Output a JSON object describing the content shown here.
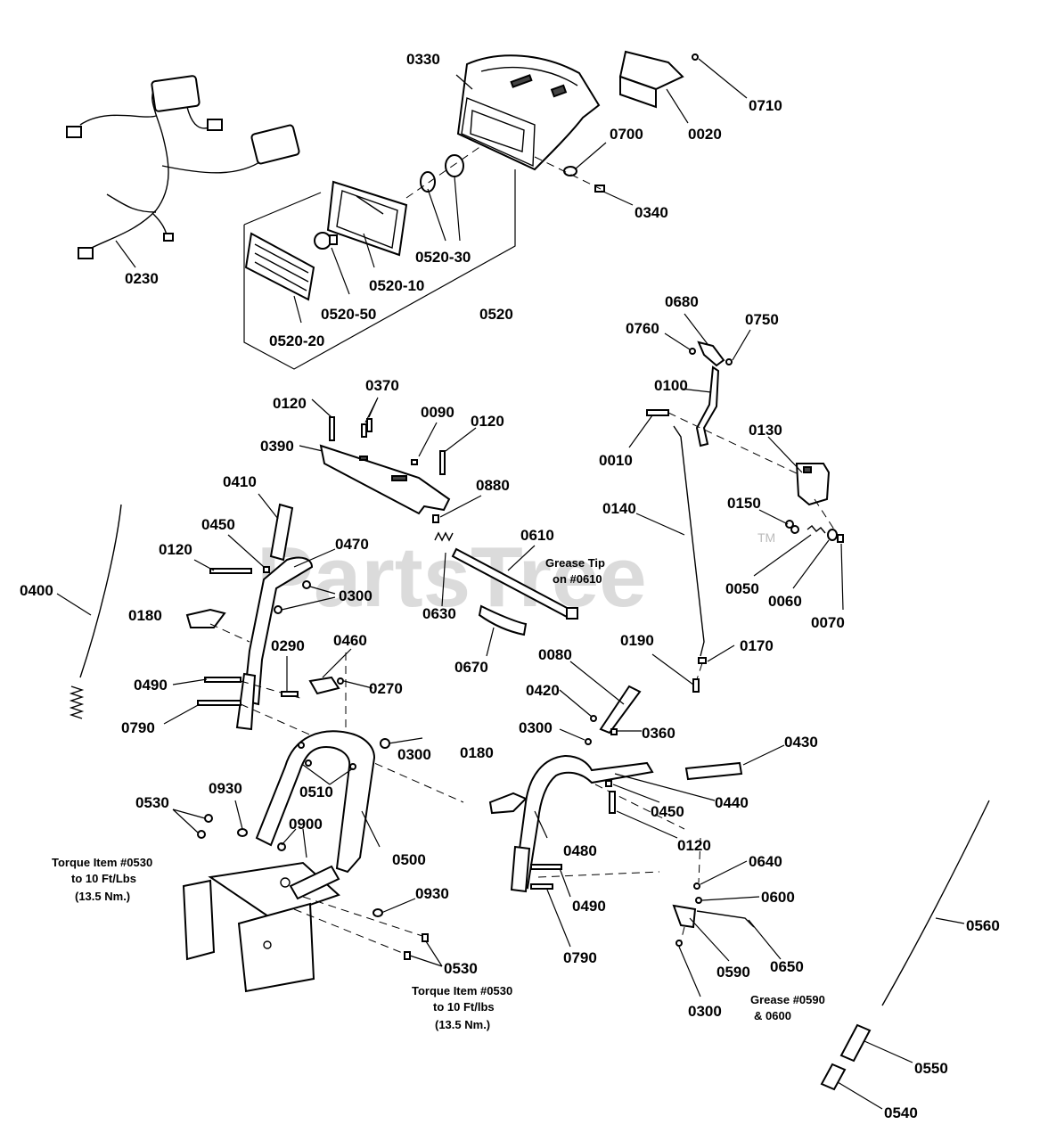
{
  "watermark": "PartsTree",
  "trademark": "TM",
  "part_labels": {
    "p0330": "0330",
    "p0710": "0710",
    "p0020": "0020",
    "p0700": "0700",
    "p0340": "0340",
    "p0230": "0230",
    "p0520_30": "0520-30",
    "p0520_10": "0520-10",
    "p0520_50": "0520-50",
    "p0520": "0520",
    "p0520_20": "0520-20",
    "p0680": "0680",
    "p0760": "0760",
    "p0750": "0750",
    "p0100": "0100",
    "p0120_a": "0120",
    "p0370": "0370",
    "p0090": "0090",
    "p0120_b": "0120",
    "p0390": "0390",
    "p0010": "0010",
    "p0130": "0130",
    "p0880": "0880",
    "p0410": "0410",
    "p0140": "0140",
    "p0150": "0150",
    "p0450_a": "0450",
    "p0470": "0470",
    "p0610": "0610",
    "p0120_c": "0120",
    "p0400": "0400",
    "p0300_a": "0300",
    "p0050": "0050",
    "p0180_a": "0180",
    "p0630": "0630",
    "p0060": "0060",
    "p0070": "0070",
    "p0290": "0290",
    "p0460": "0460",
    "p0190": "0190",
    "p0170": "0170",
    "p0670": "0670",
    "p0490_a": "0490",
    "p0270": "0270",
    "p0080": "0080",
    "p0790_a": "0790",
    "p0420": "0420",
    "p0300_b": "0300",
    "p0360": "0360",
    "p0300_c": "0300",
    "p0430": "0430",
    "p0180_b": "0180",
    "p0930_a": "0930",
    "p0510": "0510",
    "p0440": "0440",
    "p0530_a": "0530",
    "p0450_b": "0450",
    "p0900": "0900",
    "p0500": "0500",
    "p0480": "0480",
    "p0120_d": "0120",
    "p0640": "0640",
    "p0930_b": "0930",
    "p0490_b": "0490",
    "p0600": "0600",
    "p0560": "0560",
    "p0790_b": "0790",
    "p0530_b": "0530",
    "p0590": "0590",
    "p0650": "0650",
    "p0300_d": "0300",
    "p0550": "0550",
    "p0540": "0540"
  },
  "notes": {
    "grease_tip_line1": "Grease Tip",
    "grease_tip_line2": "on #0610",
    "torque_left_line1": "Torque Item #0530",
    "torque_left_line2": "to 10 Ft/Lbs",
    "torque_left_line3": "(13.5 Nm.)",
    "torque_bottom_line1": "Torque Item #0530",
    "torque_bottom_line2": "to 10 Ft/lbs",
    "torque_bottom_line3": "(13.5 Nm.)",
    "grease_bottom_line1": "Grease #0590",
    "grease_bottom_line2": "& 0600"
  }
}
